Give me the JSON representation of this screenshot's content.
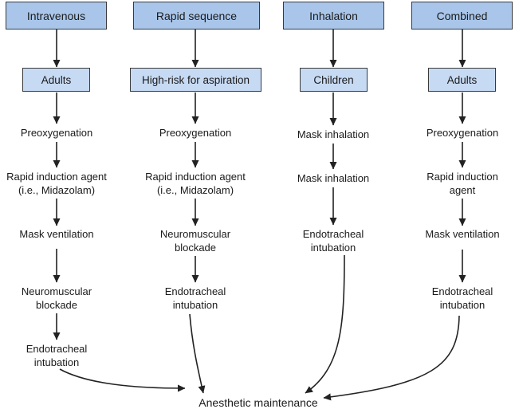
{
  "columns": [
    {
      "header": "Intravenous",
      "population": "Adults",
      "steps": [
        [
          "Preoxygenation"
        ],
        [
          "Rapid induction agent",
          "(i.e., Midazolam)"
        ],
        [
          "Mask ventilation"
        ],
        [
          "Neuromuscular",
          "blockade"
        ],
        [
          "Endotracheal",
          "intubation"
        ]
      ]
    },
    {
      "header": "Rapid sequence",
      "population": "High-risk for aspiration",
      "steps": [
        [
          "Preoxygenation"
        ],
        [
          "Rapid induction agent",
          "(i.e., Midazolam)"
        ],
        [
          "Neuromuscular",
          "blockade"
        ],
        [
          "Endotracheal",
          "intubation"
        ]
      ]
    },
    {
      "header": "Inhalation",
      "population": "Children",
      "steps": [
        [
          "Mask inhalation"
        ],
        [
          "Mask inhalation"
        ],
        [
          "Endotracheal",
          "intubation"
        ]
      ]
    },
    {
      "header": "Combined",
      "population": "Adults",
      "steps": [
        [
          "Preoxygenation"
        ],
        [
          "Rapid induction",
          "agent"
        ],
        [
          "Mask ventilation"
        ],
        [
          "Endotracheal",
          "intubation"
        ]
      ]
    }
  ],
  "final_step": "Anesthetic maintenance",
  "colors": {
    "header_fill": "#a9c6ea",
    "subheader_fill": "#c7daf3",
    "line": "#222222"
  }
}
